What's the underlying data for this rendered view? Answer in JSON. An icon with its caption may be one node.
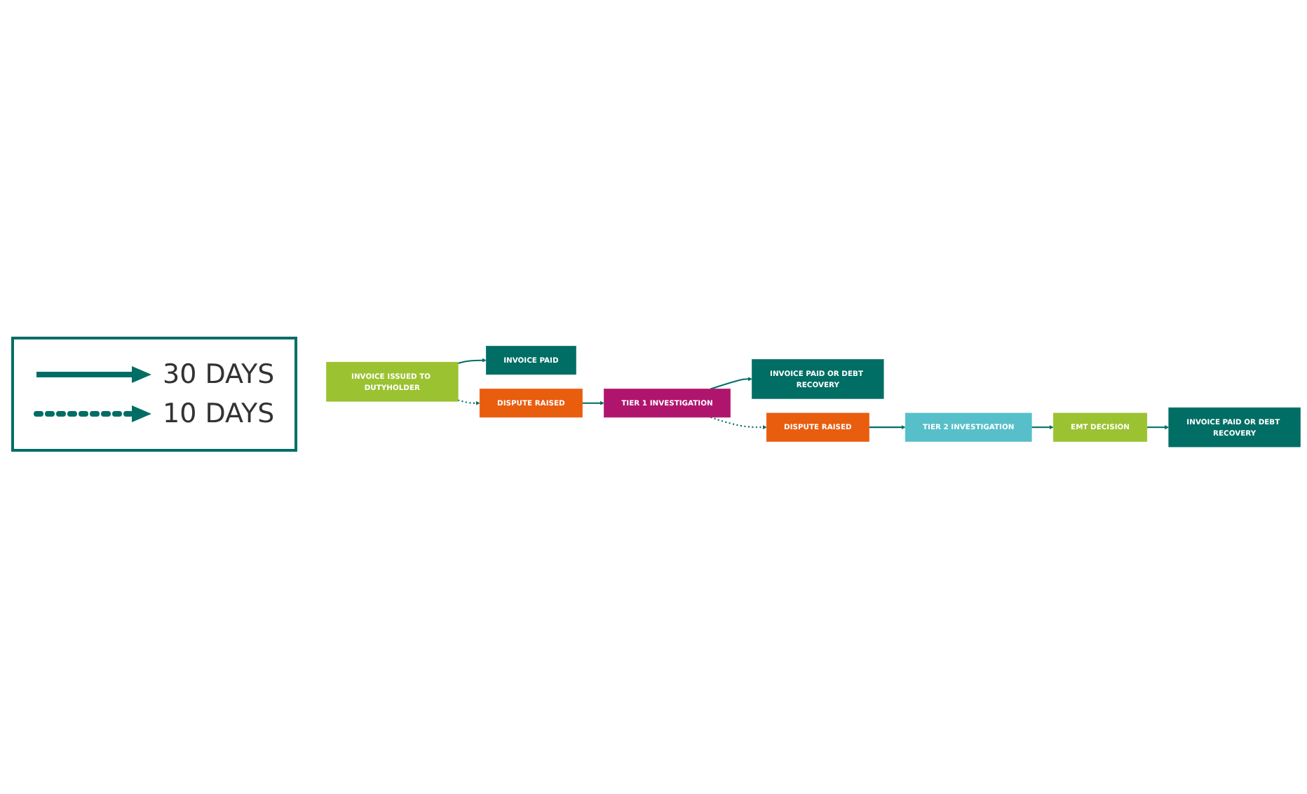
{
  "diagram": {
    "nodes": [
      {
        "text": [
          "INVOICE ISSUED TO DUTYHOLDER"
        ]
      },
      {
        "text": [
          "INVOICE PAID"
        ]
      },
      {
        "text": [
          "DISPUTE RAISED"
        ]
      },
      {
        "text": [
          "TIER 1 INVESTIGATION"
        ]
      },
      {
        "text": [
          "INVOICE PAID OR DEBT RECOVERY"
        ]
      },
      {
        "text": [
          "DISPUTE RAISED"
        ]
      },
      {
        "text": [
          "TIER 2 INVESTIGATION"
        ]
      },
      {
        "text": [
          "EMT DECISION"
        ]
      },
      {
        "text": [
          "INVOICE PAID OR DEBT RECOVERY"
        ]
      }
    ],
    "edges": [
      {
        "from": 0,
        "to": 1,
        "arrow": "to"
      },
      {
        "from": 0,
        "to": 2,
        "arrow": "to",
        "style": "dashed"
      },
      {
        "from": 2,
        "to": 3,
        "arrow": "to"
      },
      {
        "from": 3,
        "to": 4,
        "arrow": "to"
      },
      {
        "from": 3,
        "to": 5,
        "arrow": "to",
        "style": "dashed"
      },
      {
        "from": 5,
        "to": 6,
        "arrow": "to"
      },
      {
        "from": 6,
        "to": 7,
        "arrow": "to"
      },
      {
        "from": 7,
        "to": 8,
        "arrow": "to"
      }
    ],
    "legend": [
      {
        "text": "30 DAYS"
      },
      {
        "text": "10 DAYS"
      }
    ]
  }
}
